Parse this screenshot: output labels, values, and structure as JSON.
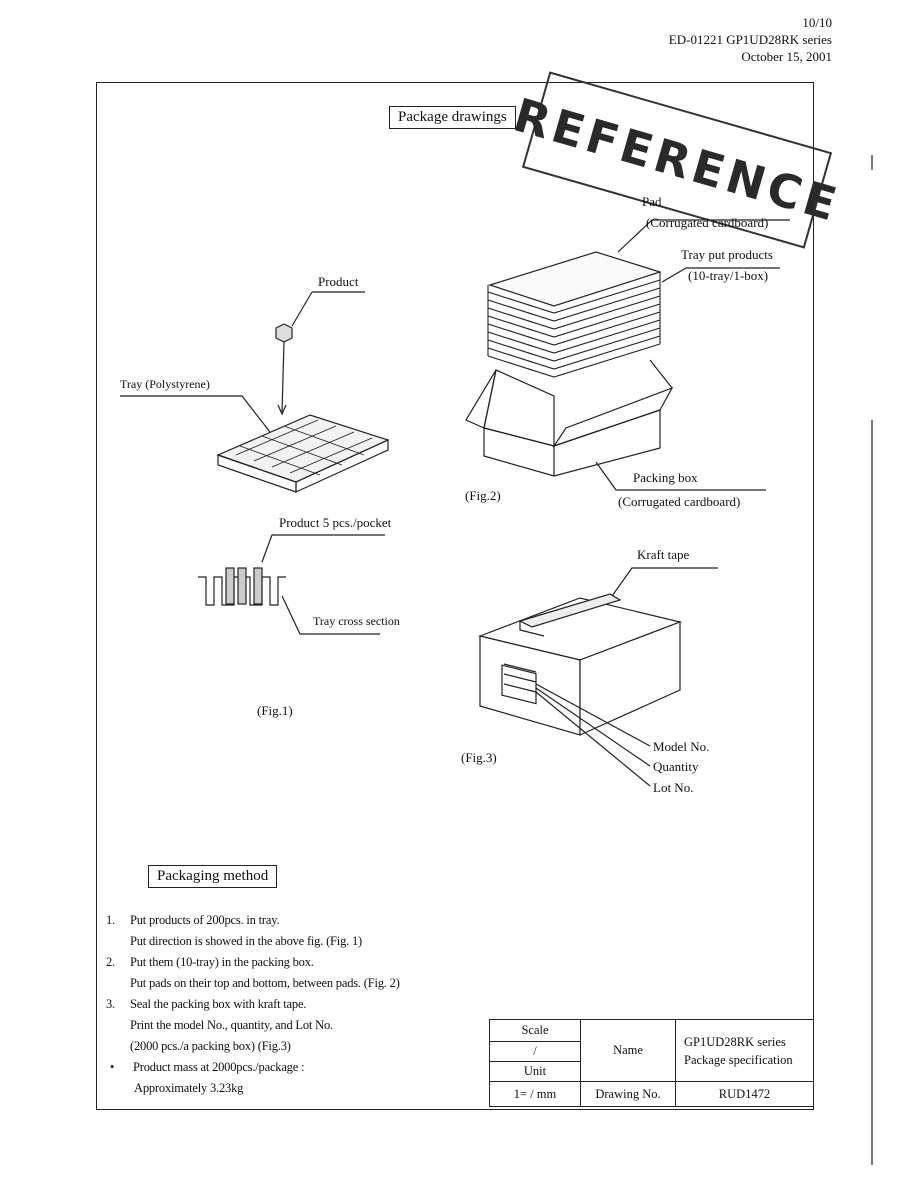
{
  "header": {
    "page": "10/10",
    "doc_line": "ED-01221    GP1UD28RK series",
    "date": "October 15, 2001"
  },
  "stamp": {
    "text": "REFERENCE"
  },
  "sections": {
    "package_drawings": "Package drawings",
    "packaging_method": "Packaging method"
  },
  "fig1": {
    "product": "Product",
    "tray": "Tray    (Polystyrene)",
    "product_pocket": "Product  5 pcs./pocket",
    "tray_cross": "Tray cross section",
    "caption": "(Fig.1)"
  },
  "fig2": {
    "pad": "Pad",
    "pad_material": "(Corrugated cardboard)",
    "tray_put": "Tray put products",
    "tray_count": "(10-tray/1-box)",
    "packing_box": "Packing box",
    "box_material": "(Corrugated cardboard)",
    "caption": "(Fig.2)"
  },
  "fig3": {
    "kraft": "Kraft tape",
    "model": "Model No.",
    "quantity": "Quantity",
    "lot": "Lot No.",
    "caption": "(Fig.3)"
  },
  "method": [
    {
      "num": "1.",
      "text": "Put products of 200pcs. in tray."
    },
    {
      "num": "",
      "text": "Put direction is showed in the above fig.    (Fig. 1)"
    },
    {
      "num": "2.",
      "text": "Put them (10-tray) in the packing box."
    },
    {
      "num": "",
      "text": "Put pads on their top and bottom, between pads.    (Fig. 2)"
    },
    {
      "num": "3.",
      "text": "Seal the packing box with kraft tape."
    },
    {
      "num": "",
      "text": "Print the model No., quantity, and Lot No."
    },
    {
      "num": "",
      "text": "(2000 pcs./a packing box)     (Fig.3)"
    },
    {
      "num": "•",
      "text": "Product mass at 2000pcs./package :"
    },
    {
      "num": "",
      "text": "Approximately 3.23kg"
    }
  ],
  "title_block": {
    "scale_label": "Scale",
    "scale_value": "/",
    "unit_label": "Unit",
    "unit_value": "1=   /   mm",
    "name_label": "Name",
    "name_value_1": "GP1UD28RK series",
    "name_value_2": "Package specification",
    "drawing_label": "Drawing No.",
    "drawing_value": "RUD1472"
  }
}
